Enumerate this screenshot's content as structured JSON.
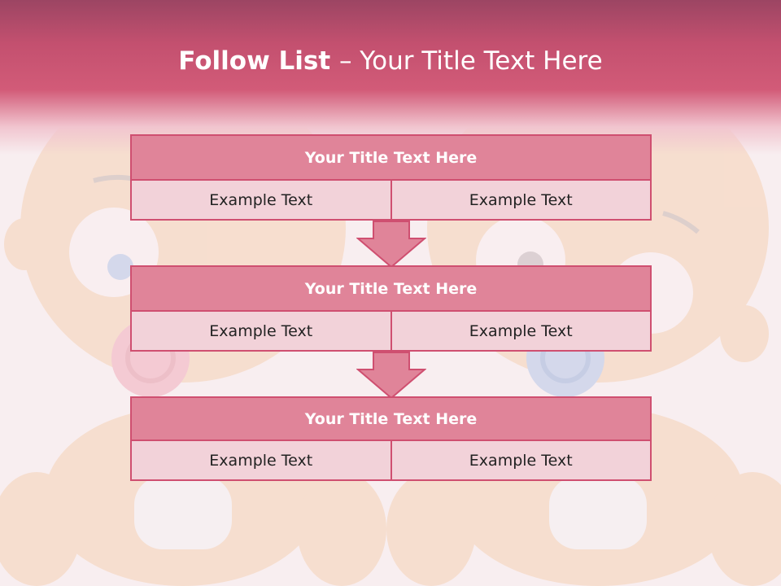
{
  "slide": {
    "title_bold": "Follow List ",
    "title_separator": " – ",
    "title_rest": "Your Title Text Here"
  },
  "blocks": [
    {
      "title": "Your Title Text Here",
      "left_text": "Example Text",
      "right_text": "Example Text"
    },
    {
      "title": "Your Title Text Here",
      "left_text": "Example Text",
      "right_text": "Example Text"
    },
    {
      "title": "Your Title Text Here",
      "left_text": "Example Text",
      "right_text": "Example Text"
    }
  ],
  "colors": {
    "header_top": "#9c4563",
    "header_mid": "#d25b78",
    "block_title_fill": "#e08499",
    "block_cell_fill": "#f2d2d9",
    "border": "#cf4f70",
    "arrow_fill": "#e08499"
  },
  "icons": {
    "background_art": "baby-twins-illustration",
    "connector": "down-arrow-icon"
  }
}
